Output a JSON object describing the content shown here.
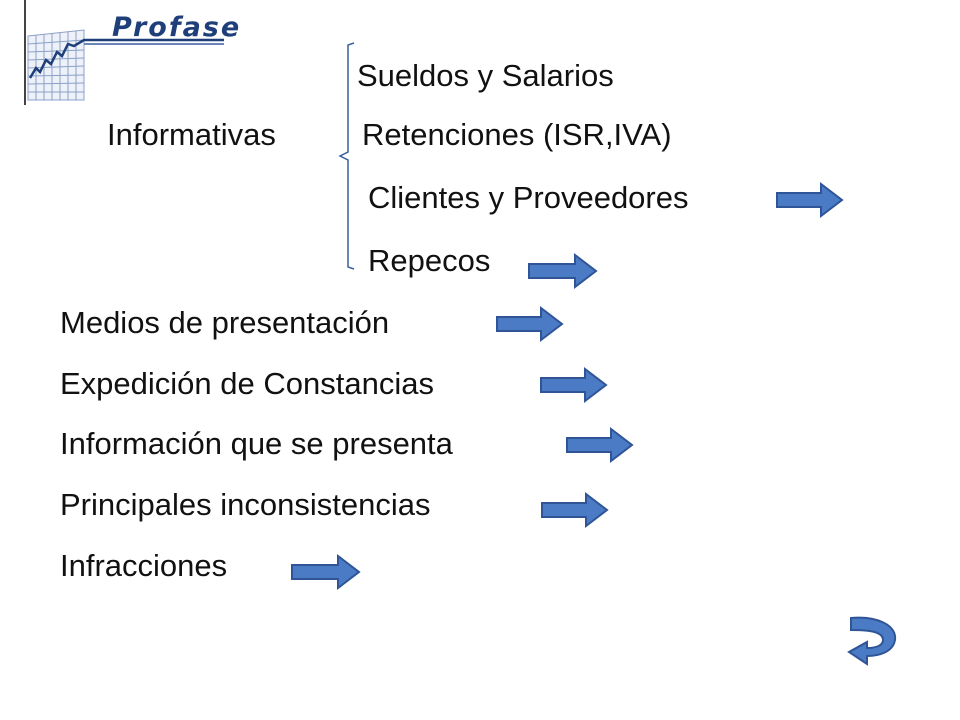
{
  "logo": {
    "text": "Profase",
    "icon": "chart-grid-logo-icon"
  },
  "informativas": {
    "label": "Informativas",
    "items": [
      "Sueldos y Salarios",
      "Retenciones (ISR,IVA)",
      "Clientes y Proveedores",
      "Repecos"
    ]
  },
  "topics": [
    "Medios de presentación",
    "Expedición de Constancias",
    "Información que se presenta",
    "Principales inconsistencias",
    "Infracciones"
  ],
  "icons": {
    "link_arrow": "right-arrow-icon",
    "return": "return-arrow-icon"
  },
  "colors": {
    "arrow_fill": "#4a7bc4",
    "arrow_stroke": "#2f5597",
    "logo_text": "#1f3f7a",
    "logo_grid": "#7a8fb5"
  }
}
